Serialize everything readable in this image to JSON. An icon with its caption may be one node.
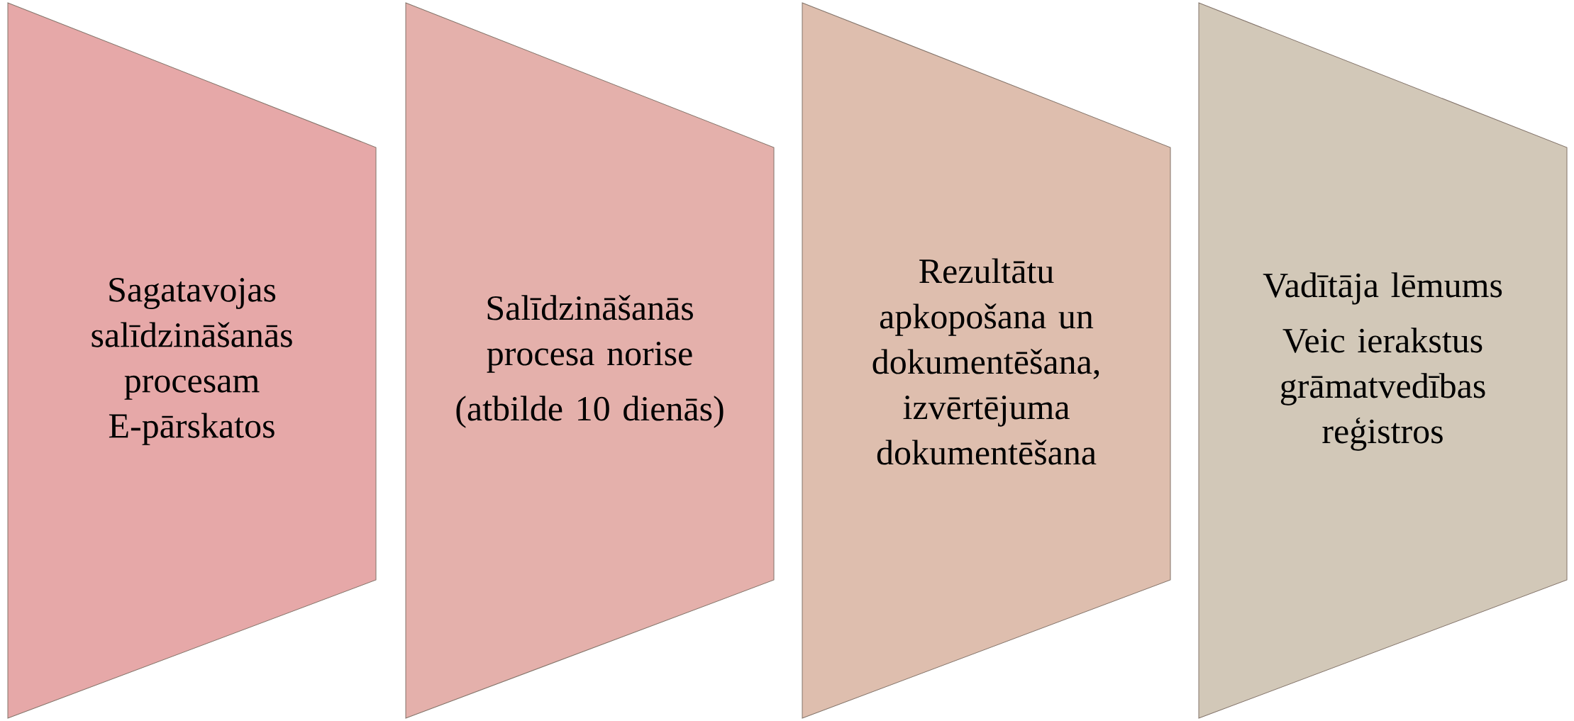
{
  "diagram": {
    "nodes": [
      {
        "text": [
          "Sagatavojas salīdzināšanās procesam E-pārskatos"
        ]
      },
      {
        "text": [
          "Salīdzināšanās procesa norise",
          "(atbilde 10 dienās)"
        ]
      },
      {
        "text": [
          "Rezultātu apkopošana un dokumentēšana, izvērtējuma dokumentēšana"
        ]
      },
      {
        "text": [
          "Vadītāja lēmums",
          "Veic ierakstus grāmatvedības reģistros"
        ]
      }
    ]
  }
}
